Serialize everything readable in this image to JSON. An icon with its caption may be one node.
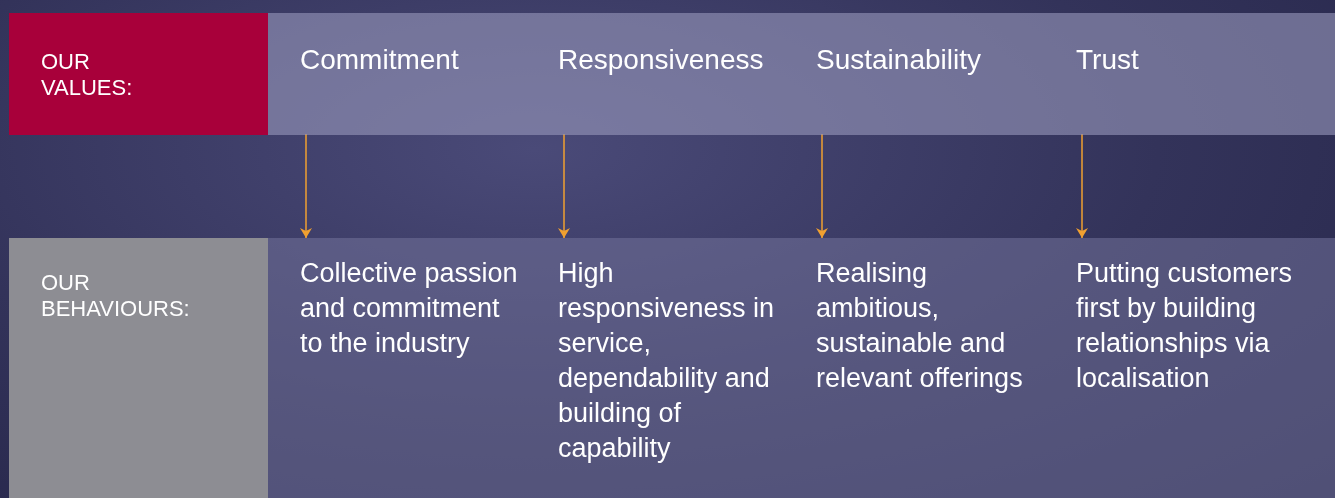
{
  "diagram": {
    "nodes": [
      {
        "text": [
          "OUR VALUES:"
        ]
      },
      {
        "text": [
          "Commitment"
        ]
      },
      {
        "text": [
          "Responsiveness"
        ]
      },
      {
        "text": [
          "Sustainability"
        ]
      },
      {
        "text": [
          "Trust"
        ]
      },
      {
        "text": [
          "OUR BEHAVIOURS:"
        ]
      },
      {
        "text": [
          "Collective passion and commitment to the industry"
        ]
      },
      {
        "text": [
          "High responsiveness in service, dependability and building of capability"
        ]
      },
      {
        "text": [
          "Realising ambitious, sustainable and relevant offerings"
        ]
      },
      {
        "text": [
          "Putting customers first by building relationships via localisation"
        ]
      }
    ],
    "edges": [
      {
        "from": 1,
        "to": 6,
        "arrow": "to"
      },
      {
        "from": 2,
        "to": 7,
        "arrow": "to"
      },
      {
        "from": 3,
        "to": 8,
        "arrow": "to"
      },
      {
        "from": 4,
        "to": 9,
        "arrow": "to"
      }
    ]
  }
}
